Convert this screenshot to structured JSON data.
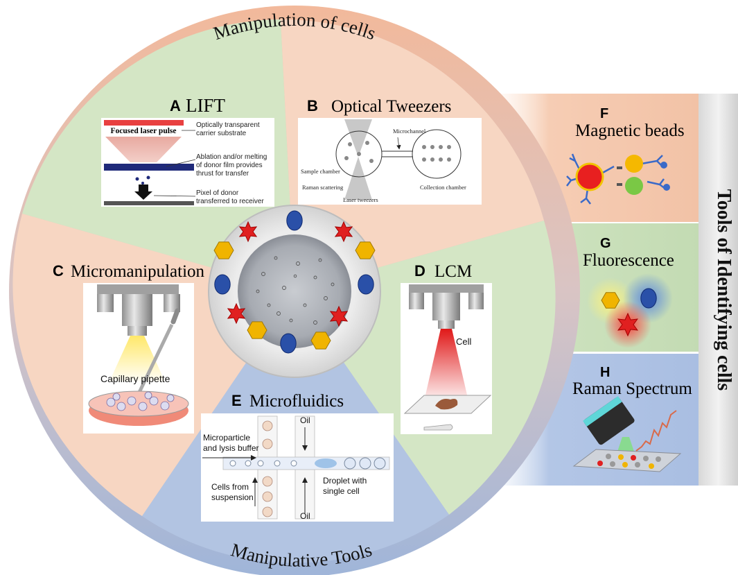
{
  "ring": {
    "top_label": "Manipulation of cells",
    "bottom_label": "Manipulative Tools"
  },
  "side_bar": {
    "label": "Tools of Identifying cells"
  },
  "panels": {
    "A": {
      "letter": "A",
      "title": "LIFT",
      "laser_label": "Focused laser pulse",
      "note1_line1": "Optically transparent",
      "note1_line2": "carrier substrate",
      "note2_line1": "Ablation and/or melting",
      "note2_line2": "of donor film provides",
      "note2_line3": "thrust for transfer",
      "note3_line1": "Pixel of donor",
      "note3_line2": "transferred to receiver"
    },
    "B": {
      "letter": "B",
      "title": "Optical Tweezers",
      "microchannel": "Microchannel",
      "sample_chamber": "Sample chamber",
      "raman_scattering": "Raman scattering",
      "laser_tweezers": "Laser tweezers",
      "collection_chamber": "Collection chamber"
    },
    "C": {
      "letter": "C",
      "title": "Micromanipulation",
      "pipette_label": "Capillary pipette"
    },
    "D": {
      "letter": "D",
      "title": "LCM",
      "cell_label": "Cell"
    },
    "E": {
      "letter": "E",
      "title": "Microfluidics",
      "oil_top": "Oil",
      "oil_bottom": "Oil",
      "microparticle_line1": "Microparticle",
      "microparticle_line2": "and lysis buffer",
      "cells_line1": "Cells from",
      "cells_line2": "suspension",
      "droplet_line1": "Droplet with",
      "droplet_line2": "single cell"
    },
    "F": {
      "letter": "F",
      "title": "Magnetic beads"
    },
    "G": {
      "letter": "G",
      "title": "Fluorescence"
    },
    "H": {
      "letter": "H",
      "title": "Raman Spectrum"
    }
  },
  "colors": {
    "ring_top": "#f0b89a",
    "ring_bottom": "#9db4d8",
    "sector_green": "#cfe3c2",
    "sector_peach": "#f6d2bc",
    "sector_blue": "#aec1e0",
    "marker_red": "#e02020",
    "marker_gold": "#f0b400",
    "marker_blue": "#2a50a8"
  },
  "icons": [
    "star-marker",
    "hexagon-marker",
    "oval-marker",
    "microscope-icon",
    "pipette-icon",
    "laser-beam-icon",
    "antibody-icon"
  ]
}
